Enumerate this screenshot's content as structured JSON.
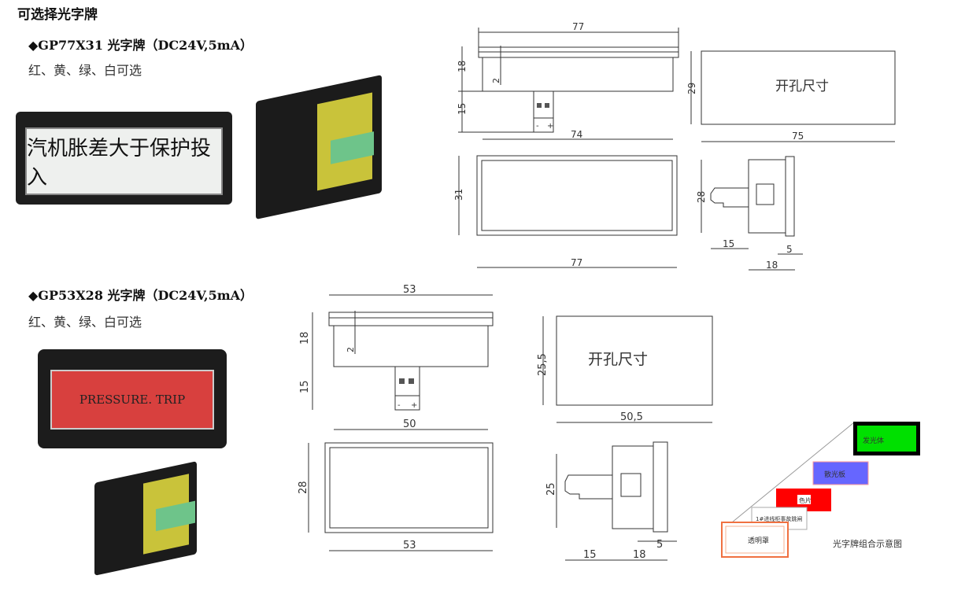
{
  "title": "可选择光字牌",
  "products": [
    {
      "heading": "◆GP77X31 光字牌（DC24V,5mA）",
      "colors": "红、黄、绿、白可选",
      "photo_text": "汽机胀差大于保护投入",
      "dims": {
        "top_width": "77",
        "height_front": "18",
        "bezel": "2",
        "terminal_depth": "15",
        "body_width": "74",
        "cutout_label": "开孔尺寸",
        "cutout_height": "29",
        "cutout_width": "75",
        "front_height": "31",
        "front_width": "77",
        "side_height": "28",
        "side_terminal": "15",
        "side_bezel": "5",
        "side_depth": "18",
        "minus": "-",
        "plus": "+"
      }
    },
    {
      "heading": "◆GP53X28 光字牌（DC24V,5mA）",
      "colors": "红、黄、绿、白可选",
      "photo_text": "PRESSURE.  TRIP",
      "dims": {
        "top_width": "53",
        "height_front": "18",
        "bezel": "2",
        "terminal_depth": "15",
        "body_width": "50",
        "cutout_label": "开孔尺寸",
        "cutout_height": "25,5",
        "cutout_width": "50,5",
        "front_height": "28",
        "front_width": "53",
        "side_height": "25",
        "side_terminal": "15",
        "side_bezel": "5",
        "side_depth": "18",
        "minus": "-",
        "plus": "+"
      }
    }
  ],
  "assembly": {
    "caption": "光字牌组合示意图",
    "layers": [
      "发光体",
      "散光板",
      "色片",
      "1#进线柜事故跳闸",
      "透明罩"
    ]
  },
  "colors": {
    "green": "#00e000",
    "blue": "#6666ff",
    "red": "#ff0000",
    "orange": "#f07040"
  }
}
